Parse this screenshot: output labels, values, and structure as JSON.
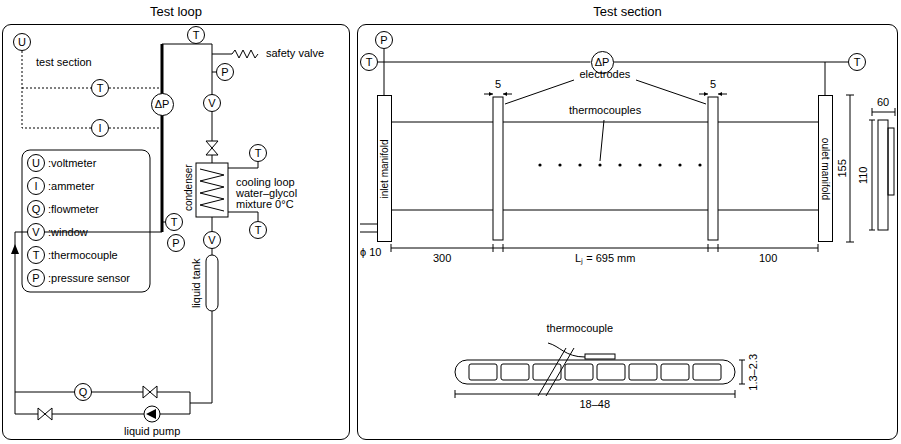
{
  "diagram": {
    "nodes": [
      {
        "text": [
          "Test loop"
        ]
      },
      {
        "text": [
          "Test section"
        ]
      },
      {
        "text": [
          "U"
        ],
        "in": 0
      },
      {
        "text": [
          "T"
        ],
        "in": 0
      },
      {
        "text": [
          "T"
        ],
        "in": 0
      },
      {
        "text": [
          "ΔP"
        ],
        "in": 0
      },
      {
        "text": [
          "I"
        ],
        "in": 0
      },
      {
        "text": [
          "P"
        ],
        "in": 0
      },
      {
        "text": [
          "V"
        ],
        "in": 0
      },
      {
        "text": [
          "T"
        ],
        "in": 0
      },
      {
        "text": [
          "T"
        ],
        "in": 0
      },
      {
        "text": [
          "P"
        ],
        "in": 0
      },
      {
        "text": [
          "T"
        ],
        "in": 0
      },
      {
        "text": [
          "V"
        ],
        "in": 0
      },
      {
        "text": [
          "Q"
        ],
        "in": 0
      },
      {
        "text": [
          "U"
        ],
        "in": 0
      },
      {
        "text": [
          "I"
        ],
        "in": 0
      },
      {
        "text": [
          "Q"
        ],
        "in": 0
      },
      {
        "text": [
          "V"
        ],
        "in": 0
      },
      {
        "text": [
          "T"
        ],
        "in": 0
      },
      {
        "text": [
          "P"
        ],
        "in": 0
      },
      {
        "text": [
          "P"
        ],
        "in": 1
      },
      {
        "text": [
          "T"
        ],
        "in": 1
      },
      {
        "text": [
          "ΔP"
        ],
        "in": 1
      },
      {
        "text": [
          "T"
        ],
        "in": 1
      },
      {
        "text": [
          "inlet manifold"
        ],
        "in": 1
      },
      {
        "text": [
          "oulet manifold"
        ],
        "in": 1
      }
    ],
    "edges": [
      {
        "from": 23,
        "to": 22,
        "arrow": "none"
      },
      {
        "from": 23,
        "to": 24,
        "arrow": "none"
      },
      {
        "from": 21,
        "to": 25,
        "arrow": "none"
      }
    ],
    "labels": [
      "test section",
      "safety valve",
      "condenser",
      "cooling loop water–glycol mixture 0°C",
      "liquid tank",
      "liquid pump",
      "electrodes",
      "thermocouples",
      "5",
      "5",
      "155",
      "60",
      "110",
      "ϕ 10",
      "300",
      "Lⱼ = 695 mm",
      "100",
      "thermocouple",
      "1.3–2.3",
      "18–48"
    ],
    "legend": [
      {
        "text": ":voltmeter"
      },
      {
        "text": ":ammeter"
      },
      {
        "text": ":flowmeter"
      },
      {
        "text": ":window"
      },
      {
        "text": ":thermocouple"
      },
      {
        "text": ":pressure sensor"
      }
    ]
  }
}
